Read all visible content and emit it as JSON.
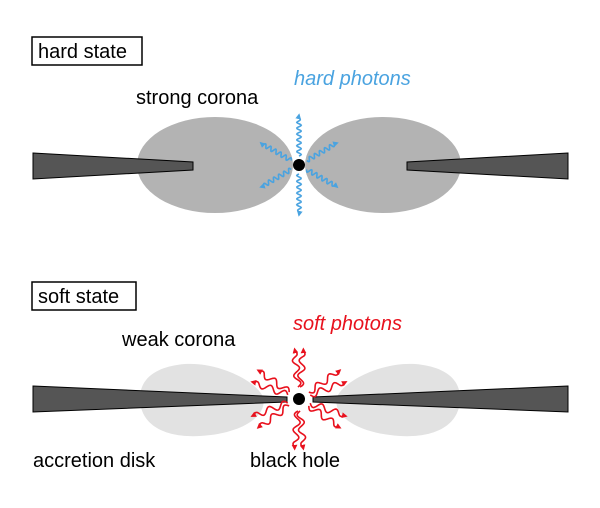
{
  "hard_state": {
    "state_label": "hard state",
    "corona_label": "strong corona",
    "photons_label": "hard photons"
  },
  "soft_state": {
    "state_label": "soft state",
    "corona_label": "weak corona",
    "photons_label": "soft photons",
    "disk_label": "accretion disk",
    "black_hole_label": "black hole"
  },
  "colors": {
    "disk": "#555555",
    "strong_corona": "#b3b3b3",
    "weak_corona": "#e2e2e2",
    "hard_photons": "#4aa3e0",
    "soft_photons": "#e8111d",
    "black_hole": "#000000"
  }
}
